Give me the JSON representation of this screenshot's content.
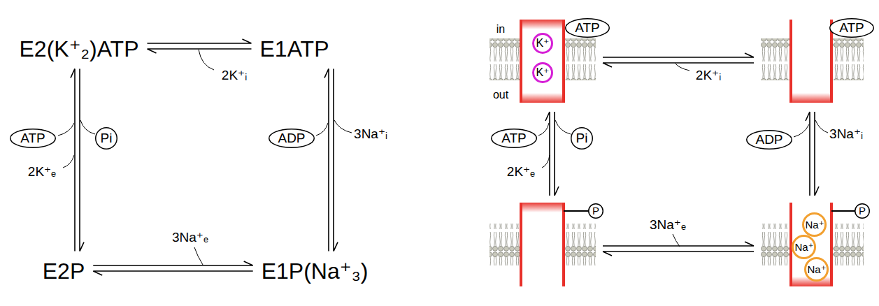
{
  "diagram": {
    "nodes": [
      {
        "text": [
          "E2(K⁺₂)ATP"
        ]
      },
      {
        "text": [
          "E1ATP"
        ]
      },
      {
        "text": [
          "E2P"
        ]
      },
      {
        "text": [
          "E1P(Na⁺₃)"
        ]
      },
      {
        "text": [
          "ATP"
        ]
      },
      {
        "text": [
          "Pi"
        ]
      },
      {
        "text": [
          "ADP"
        ]
      },
      {
        "text": [
          "ATP"
        ]
      },
      {
        "text": [
          "ATP"
        ]
      },
      {
        "text": [
          "K⁺"
        ]
      },
      {
        "text": [
          "K⁺"
        ]
      },
      {
        "text": [
          "ATP"
        ]
      },
      {
        "text": [
          "Pi"
        ]
      },
      {
        "text": [
          "ADP"
        ]
      },
      {
        "text": [
          "P"
        ]
      },
      {
        "text": [
          "P"
        ]
      },
      {
        "text": [
          "Na⁺"
        ]
      },
      {
        "text": [
          "Na⁺"
        ]
      },
      {
        "text": [
          "Na⁺"
        ]
      }
    ],
    "edges": [
      {
        "from": 0,
        "to": 1,
        "arrow": "to"
      },
      {
        "from": 1,
        "to": 0,
        "label": "2K⁺ᵢ",
        "arrow": "to"
      },
      {
        "from": 2,
        "to": 0,
        "label": "2K⁺ₑ",
        "arrow": "to"
      },
      {
        "from": 0,
        "to": 2,
        "arrow": "to"
      },
      {
        "from": 3,
        "to": 1,
        "arrow": "to"
      },
      {
        "from": 1,
        "to": 3,
        "label": "3Na⁺ᵢ",
        "arrow": "to"
      },
      {
        "from": 2,
        "to": 3,
        "label": "3Na⁺ₑ",
        "arrow": "to"
      },
      {
        "from": 3,
        "to": 2,
        "arrow": "to"
      }
    ],
    "labels": [
      "in",
      "out",
      "2K⁺ᵢ",
      "3Na⁺ᵢ",
      "2K⁺ₑ",
      "3Na⁺ₑ"
    ]
  }
}
